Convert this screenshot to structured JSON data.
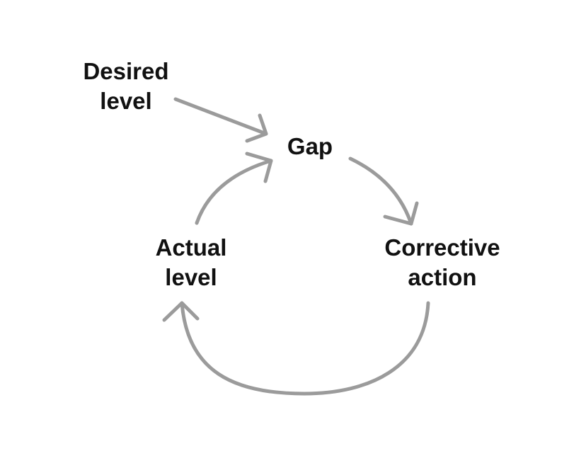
{
  "diagram": {
    "nodes": {
      "desired_level": {
        "line1": "Desired",
        "line2": "level"
      },
      "gap": {
        "label": "Gap"
      },
      "actual_level": {
        "line1": "Actual",
        "line2": "level"
      },
      "corrective_action": {
        "line1": "Corrective",
        "line2": "action"
      }
    },
    "edges": [
      {
        "from": "Desired level",
        "to": "Gap"
      },
      {
        "from": "Gap",
        "to": "Corrective action"
      },
      {
        "from": "Corrective action",
        "to": "Actual level"
      },
      {
        "from": "Actual level",
        "to": "Gap"
      }
    ],
    "colors": {
      "arrow": "#9b9b9b",
      "text": "#111111",
      "background": "#ffffff"
    }
  }
}
